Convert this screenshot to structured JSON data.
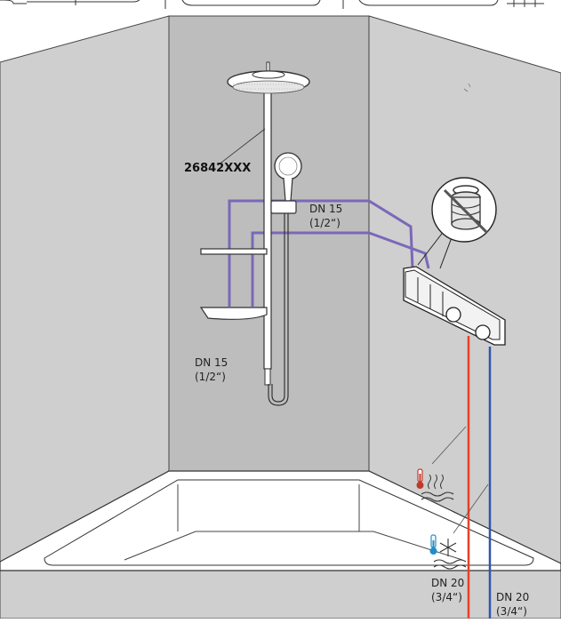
{
  "labels": {
    "product_code": "26842XXX",
    "dn15_upper_size": "DN 15",
    "dn15_upper_inch": "(1/2“)",
    "dn15_lower_size": "DN 15",
    "dn15_lower_inch": "(1/2“)",
    "dn20_hot_size": "DN 20",
    "dn20_hot_inch": "(3/4“)",
    "dn20_cold_size": "DN 20",
    "dn20_cold_inch": "(3/4“)"
  },
  "colors": {
    "wall_side": "#cfcfcf",
    "wall_back": "#bdbdbd",
    "outline": "#333333",
    "pipe_purple": "#7b68b8",
    "pipe_hot": "#e8402a",
    "pipe_cold": "#2f56b0",
    "thermo_blue": "#1e8fc8",
    "thermo_red": "#c0392b"
  },
  "icons": {
    "hot_water": "hot-water-icon",
    "cold_water": "cold-water-icon",
    "seal_detail": "seal-detail-icon"
  }
}
